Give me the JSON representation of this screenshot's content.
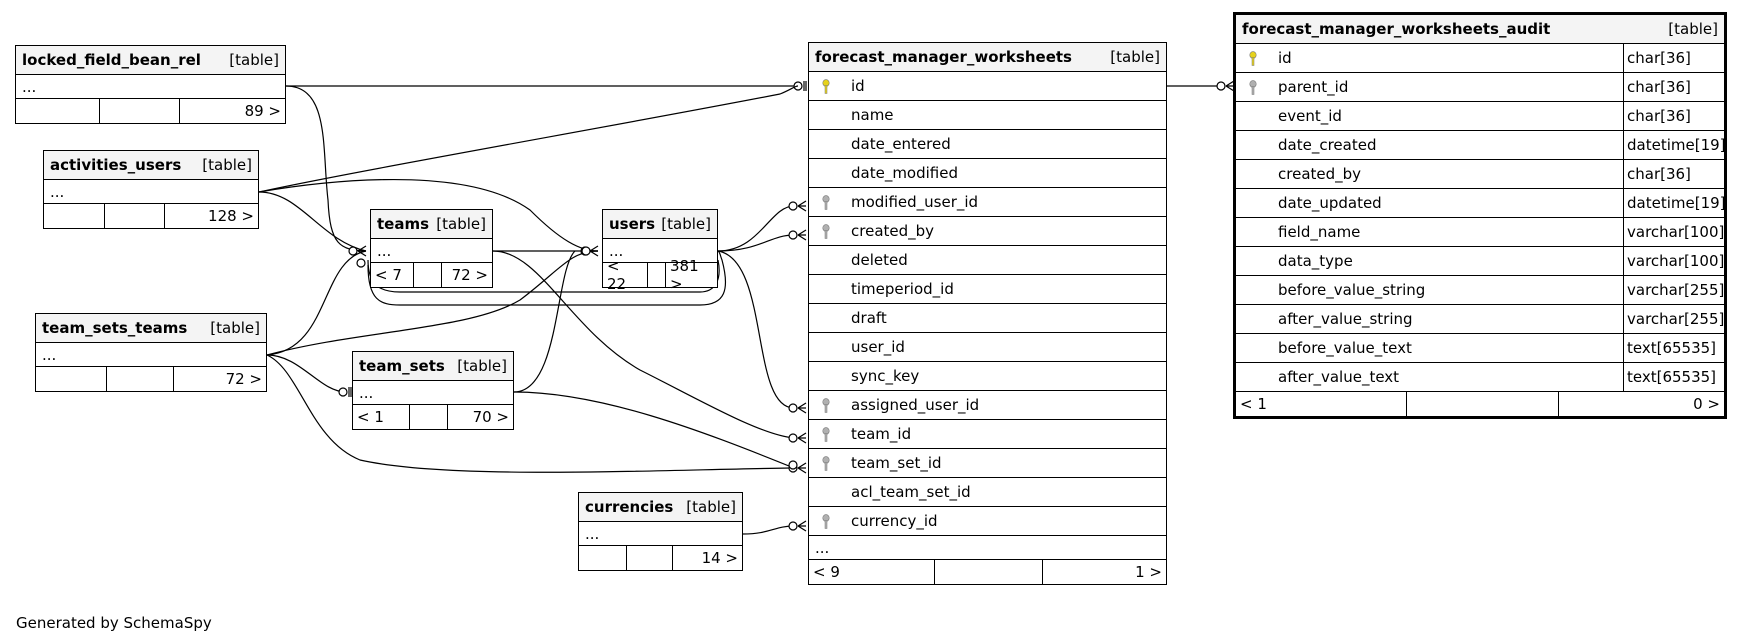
{
  "credit": "Generated by SchemaSpy",
  "key_colors": {
    "primary": "#e6d21c",
    "foreign": "#b0b0b0"
  },
  "tables": {
    "locked_field_bean_rel": {
      "name": "locked_field_bean_rel",
      "type": "[table]",
      "ellipsis": "...",
      "foot": [
        "",
        "",
        "89 >"
      ]
    },
    "activities_users": {
      "name": "activities_users",
      "type": "[table]",
      "ellipsis": "...",
      "foot": [
        "",
        "",
        "128 >"
      ]
    },
    "team_sets_teams": {
      "name": "team_sets_teams",
      "type": "[table]",
      "ellipsis": "...",
      "foot": [
        "",
        "",
        "72 >"
      ]
    },
    "teams": {
      "name": "teams",
      "type": "[table]",
      "ellipsis": "...",
      "foot": [
        "< 7",
        "",
        "72 >"
      ]
    },
    "users": {
      "name": "users",
      "type": "[table]",
      "ellipsis": "...",
      "foot": [
        "< 22",
        "",
        "381 >"
      ]
    },
    "team_sets": {
      "name": "team_sets",
      "type": "[table]",
      "ellipsis": "...",
      "foot": [
        "< 1",
        "",
        "70 >"
      ]
    },
    "currencies": {
      "name": "currencies",
      "type": "[table]",
      "ellipsis": "...",
      "foot": [
        "",
        "",
        "14 >"
      ]
    },
    "fmw": {
      "name": "forecast_manager_worksheets",
      "type": "[table]",
      "columns": [
        "id",
        "name",
        "date_entered",
        "date_modified",
        "modified_user_id",
        "created_by",
        "deleted",
        "timeperiod_id",
        "draft",
        "user_id",
        "sync_key",
        "assigned_user_id",
        "team_id",
        "team_set_id",
        "acl_team_set_id",
        "currency_id"
      ],
      "ellipsis": "...",
      "foot": [
        "< 9",
        "",
        "1 >"
      ]
    },
    "audit": {
      "name": "forecast_manager_worksheets_audit",
      "type": "[table]",
      "columns": [
        "id",
        "parent_id",
        "event_id",
        "date_created",
        "created_by",
        "date_updated",
        "field_name",
        "data_type",
        "before_value_string",
        "after_value_string",
        "before_value_text",
        "after_value_text"
      ],
      "types": [
        "char[36]",
        "char[36]",
        "char[36]",
        "datetime[19]",
        "char[36]",
        "datetime[19]",
        "varchar[100]",
        "varchar[100]",
        "varchar[255]",
        "varchar[255]",
        "text[65535]",
        "text[65535]"
      ],
      "foot": [
        "< 1",
        "",
        "0 >"
      ]
    }
  }
}
